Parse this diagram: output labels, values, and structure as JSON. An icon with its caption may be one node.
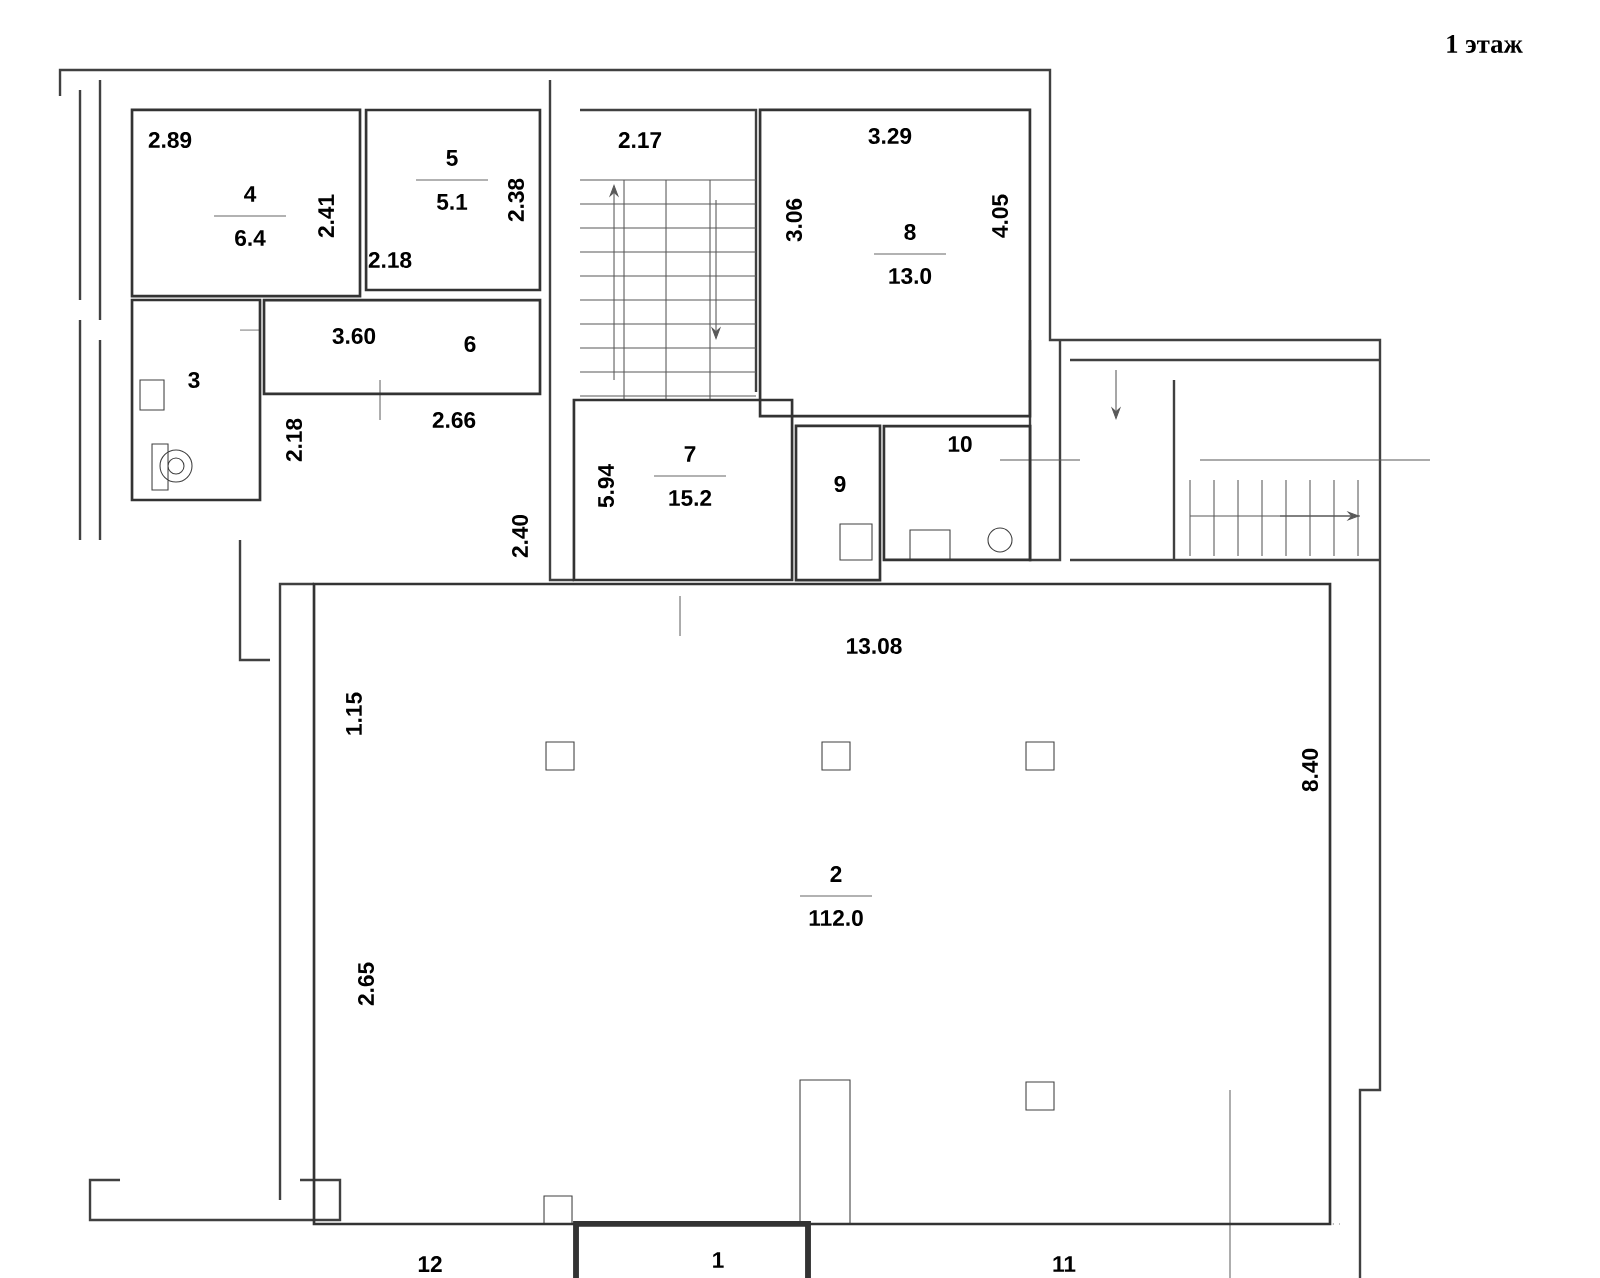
{
  "diagram": {
    "title": "1 этаж",
    "nodes": [
      {
        "text": [
          "4",
          "6.4"
        ]
      },
      {
        "text": [
          "5",
          "5.1"
        ]
      },
      {
        "text": [
          "8",
          "13.0"
        ]
      },
      {
        "text": [
          "3"
        ]
      },
      {
        "text": [
          "6"
        ]
      },
      {
        "text": [
          "7",
          "15.2"
        ]
      },
      {
        "text": [
          "9"
        ]
      },
      {
        "text": [
          "10"
        ]
      },
      {
        "text": [
          "2",
          "112.0"
        ]
      },
      {
        "text": [
          "1"
        ]
      }
    ],
    "edges": [],
    "labels": [
      "2.89",
      "2.17",
      "3.29",
      "2.41",
      "2.38",
      "3.06",
      "4.05",
      "2.18",
      "3.60",
      "2.66",
      "2.18",
      "5.94",
      "2.40",
      "13.08",
      "1.15",
      "8.40",
      "2.65",
      "12",
      "11"
    ]
  }
}
